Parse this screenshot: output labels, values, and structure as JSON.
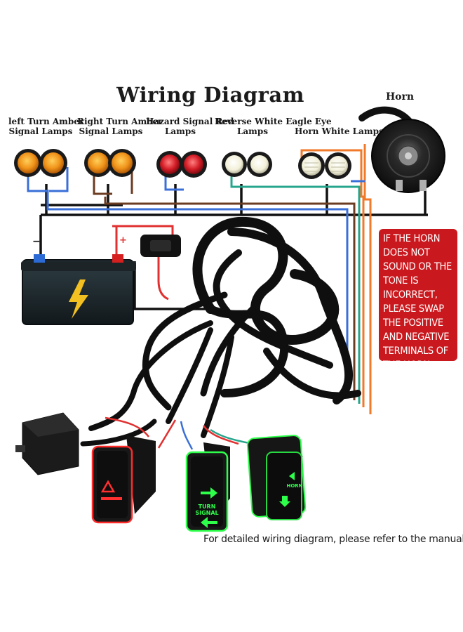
{
  "title": "Wiring Diagram",
  "lamps": [
    {
      "line1": "left Turn Amber",
      "line2": "Signal Lamps"
    },
    {
      "line1": "Right Turn Amber",
      "line2": "Signal Lamps"
    },
    {
      "line1": "Hazard Signal Red",
      "line2": "Lamps"
    },
    {
      "line1": "Reverse White Eagle Eye",
      "line2": "Lamps"
    },
    {
      "line1": "Horn White Lamps",
      "line2": ""
    }
  ],
  "horn_label": "Horn",
  "battery": {
    "negative": "−",
    "positive": "+"
  },
  "notice": "If the horn does not sound or the tone is incorrect, please swap the positive and negative terminals of the horn.",
  "switches": {
    "turn_signal_line1": "TURN",
    "turn_signal_line2": "SIGNAL",
    "horn": "HORN"
  },
  "footer": "For detailed wiring diagram, please refer to the manual.",
  "colors": {
    "amber": "#e88a10",
    "red_lamp": "#c3131e",
    "wire_blue": "#3a6fd8",
    "wire_brown": "#6b3b22",
    "wire_orange": "#f07a2a",
    "wire_teal": "#26a58c",
    "wire_red": "#e03030",
    "switch_red": "#ff2a2a",
    "switch_green": "#2dff4a",
    "notice_bg": "#c9191e"
  }
}
